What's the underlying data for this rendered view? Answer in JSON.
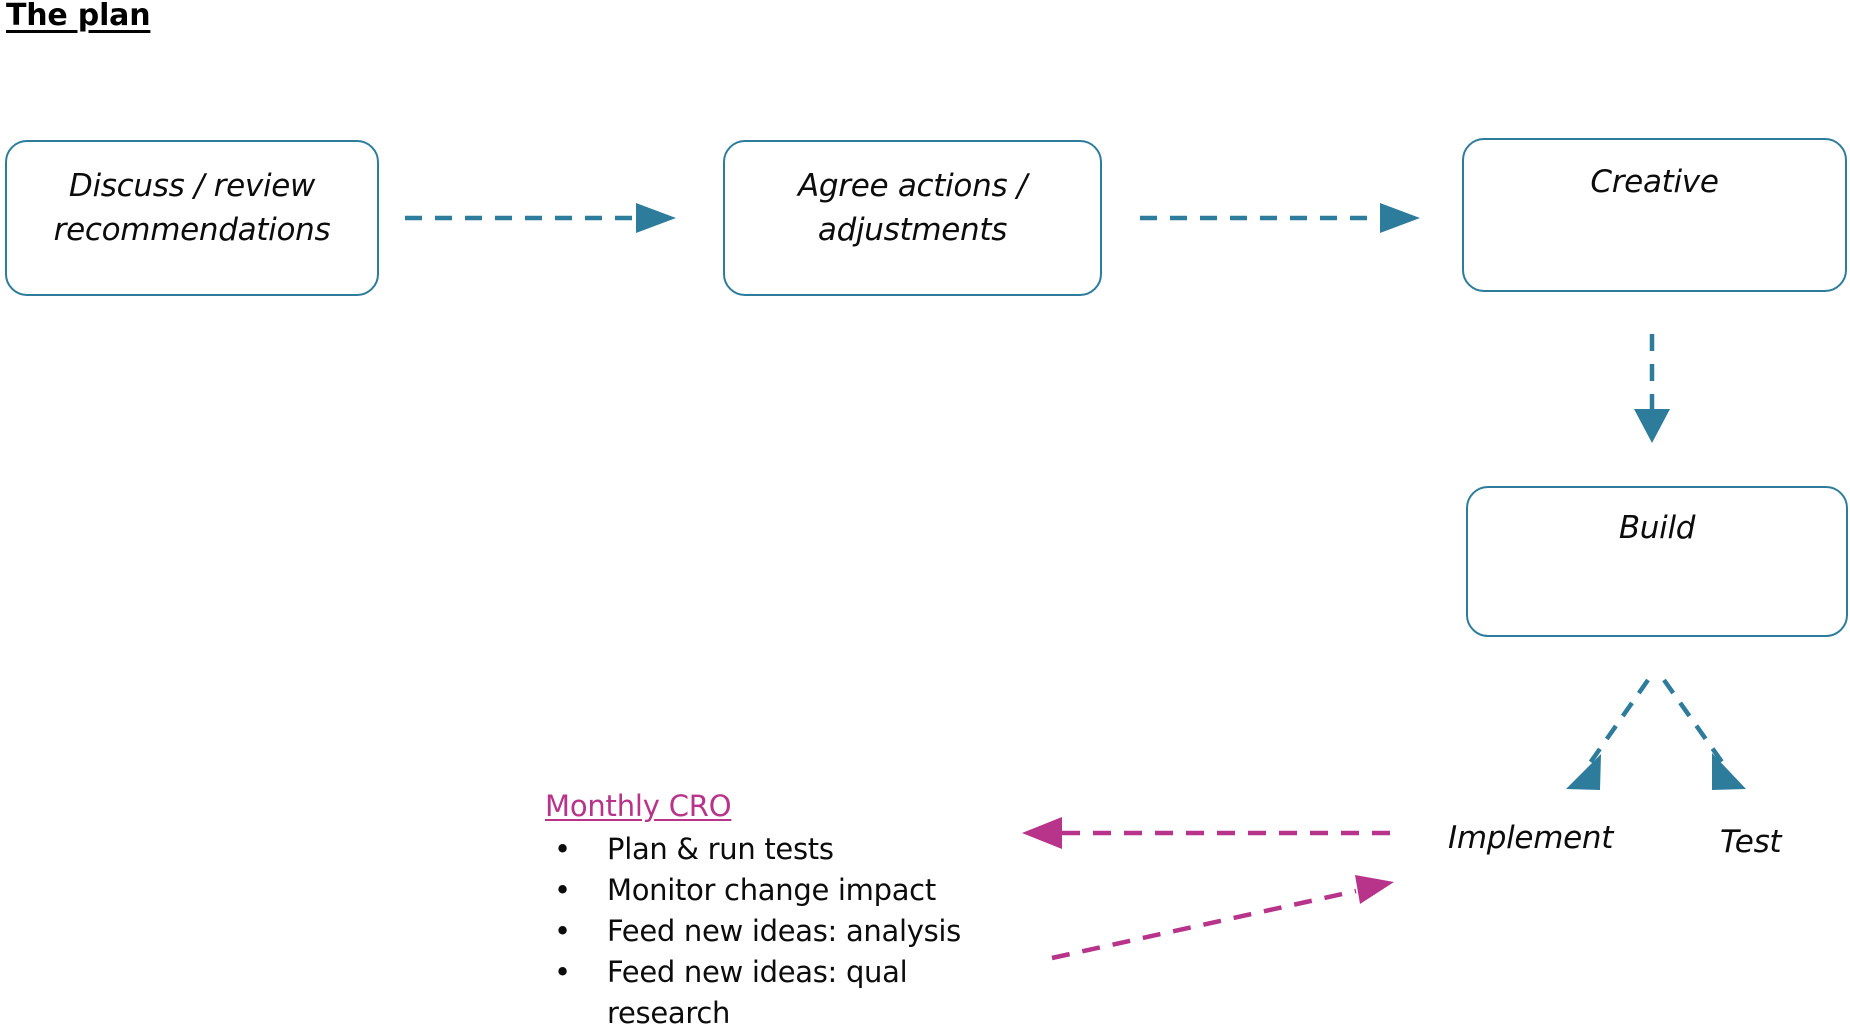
{
  "slide": {
    "title": "The plan",
    "colors": {
      "flow_blue": "#2E7C9B",
      "cro_magenta": "#B8338A",
      "text_black": "#0c0c0c",
      "background": "#ffffff"
    }
  },
  "flow": {
    "boxes": [
      {
        "id": "discuss",
        "label": "Discuss / review recommendations"
      },
      {
        "id": "agree",
        "label": "Agree actions / adjustments"
      },
      {
        "id": "creative",
        "label": "Creative"
      },
      {
        "id": "build",
        "label": "Build"
      }
    ],
    "labels": [
      {
        "id": "implement",
        "label": "Implement"
      },
      {
        "id": "test",
        "label": "Test"
      }
    ],
    "connectors": [
      {
        "id": "discuss-to-agree",
        "style": "dashed",
        "color": "#2E7C9B",
        "direction": "right"
      },
      {
        "id": "agree-to-creative",
        "style": "dashed",
        "color": "#2E7C9B",
        "direction": "right"
      },
      {
        "id": "creative-to-build",
        "style": "dashed",
        "color": "#2E7C9B",
        "direction": "down"
      },
      {
        "id": "build-to-implement",
        "style": "dashed",
        "color": "#2E7C9B",
        "direction": "down-left"
      },
      {
        "id": "build-to-test",
        "style": "dashed",
        "color": "#2E7C9B",
        "direction": "down-right"
      },
      {
        "id": "implement-to-cro",
        "style": "dashed",
        "color": "#B8338A",
        "direction": "left"
      },
      {
        "id": "cro-to-implement",
        "style": "dashed",
        "color": "#B8338A",
        "direction": "up-right"
      }
    ]
  },
  "cro": {
    "heading": "Monthly CRO",
    "bullet_glyph": "•",
    "items": [
      "Plan & run tests",
      "Monitor change impact",
      "Feed new ideas: analysis",
      "Feed new ideas: qual research"
    ]
  }
}
